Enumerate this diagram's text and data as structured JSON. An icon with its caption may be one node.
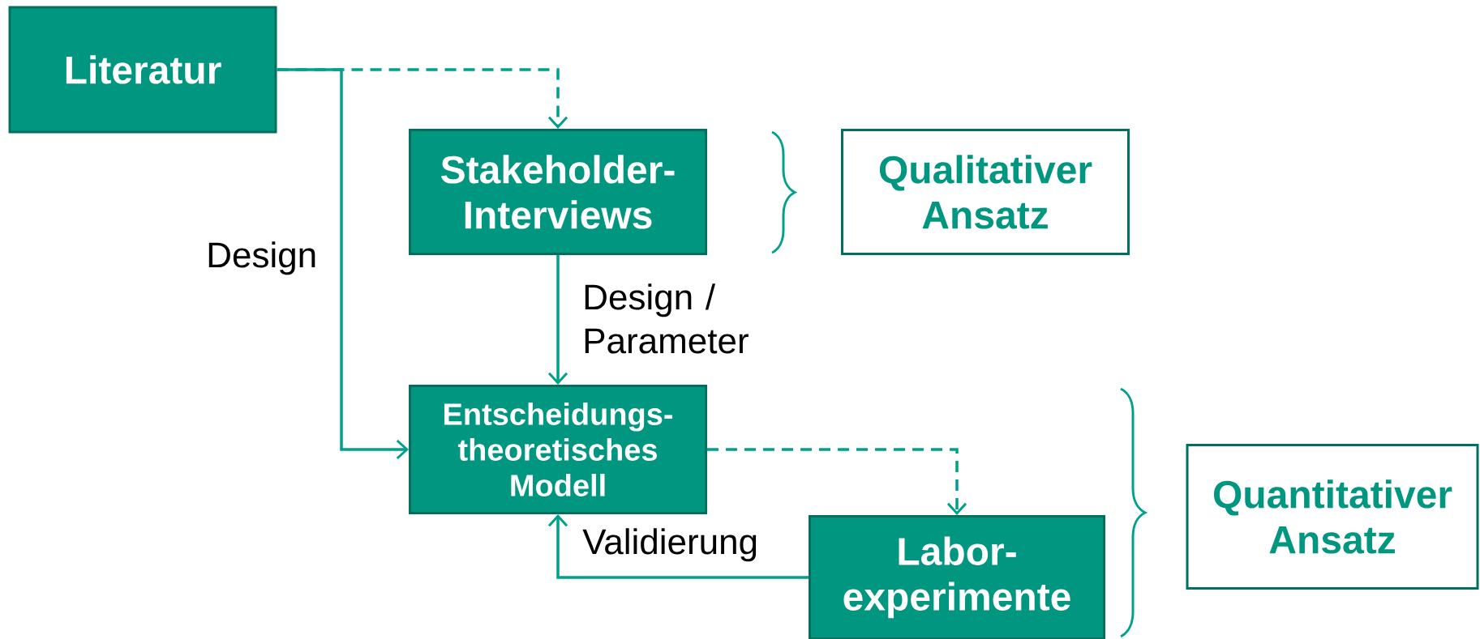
{
  "diagram": {
    "nodes": [
      {
        "text": [
          "Literatur"
        ]
      },
      {
        "text": [
          "Stakeholder- Interviews"
        ]
      },
      {
        "text": [
          "Qualitativer Ansatz"
        ]
      },
      {
        "text": [
          "Entscheidungs- theoretisches Modell"
        ]
      },
      {
        "text": [
          "Labor- experimente"
        ]
      },
      {
        "text": [
          "Quantitativer Ansatz"
        ]
      }
    ],
    "edges": [
      {
        "from": 0,
        "to": 1,
        "arrow": "to",
        "style": "dashed"
      },
      {
        "from": 0,
        "to": 3,
        "arrow": "to",
        "label": "Design"
      },
      {
        "from": 1,
        "to": 3,
        "arrow": "to",
        "label": "Design / Parameter"
      },
      {
        "from": 3,
        "to": 4,
        "arrow": "to",
        "style": "dashed"
      },
      {
        "from": 4,
        "to": 3,
        "arrow": "to",
        "label": "Validierung"
      }
    ]
  }
}
